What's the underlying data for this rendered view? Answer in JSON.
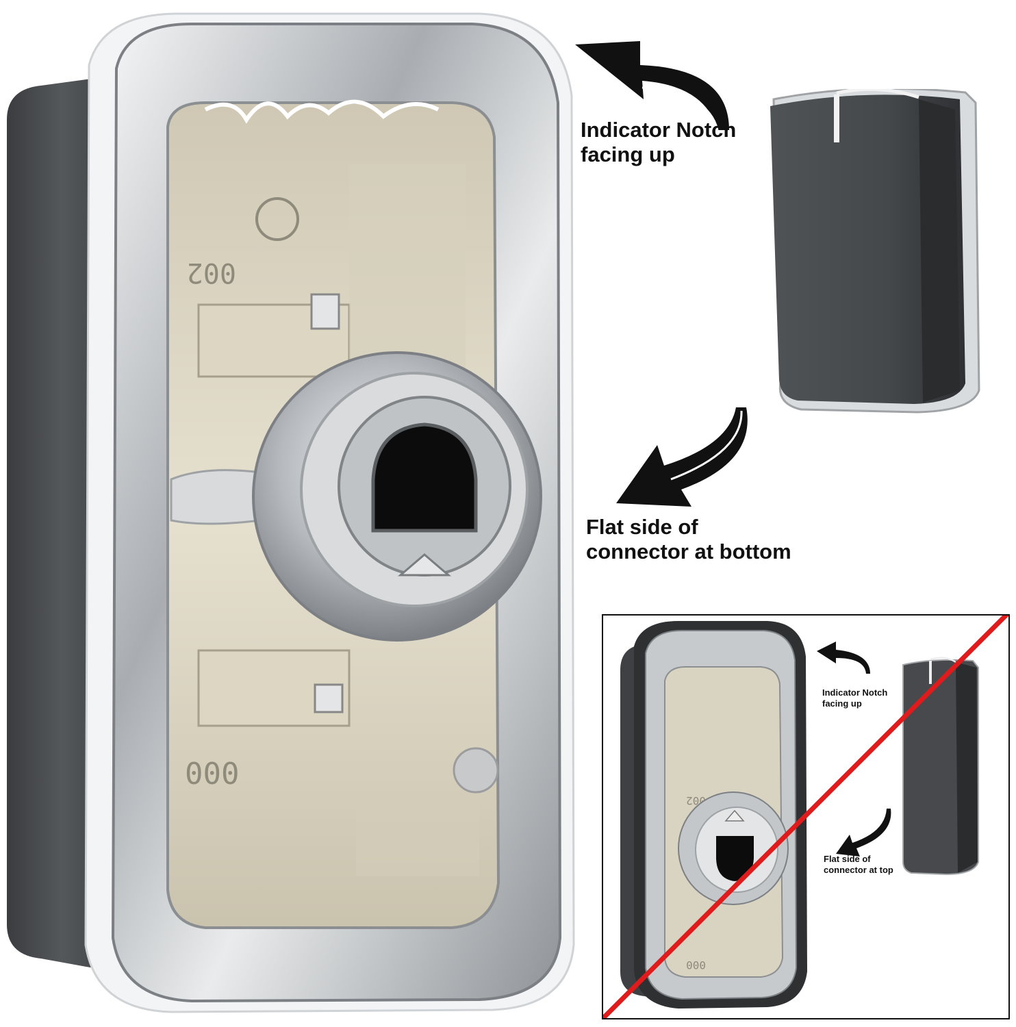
{
  "correct_orientation": {
    "notch_label_line1": "Indicator Notch",
    "notch_label_line2": "facing up",
    "connector_label_line1": "Flat side of",
    "connector_label_line2": "connector at bottom"
  },
  "incorrect_orientation": {
    "notch_label_line1": "Indicator Notch",
    "notch_label_line2": "facing up",
    "connector_label_line1": "Flat side of",
    "connector_label_line2": "connector at top"
  },
  "part_markings": {
    "upper_number": "002",
    "lower_number": "000"
  },
  "colors": {
    "chrome": "#c9cccf",
    "knob_body": "#4a4d50",
    "inner_metal": "#d8d2c0",
    "cross_out": "#e01b1b"
  },
  "icons": {
    "arrow": "curved-arrow-icon",
    "cross": "red-strikethrough-line"
  }
}
